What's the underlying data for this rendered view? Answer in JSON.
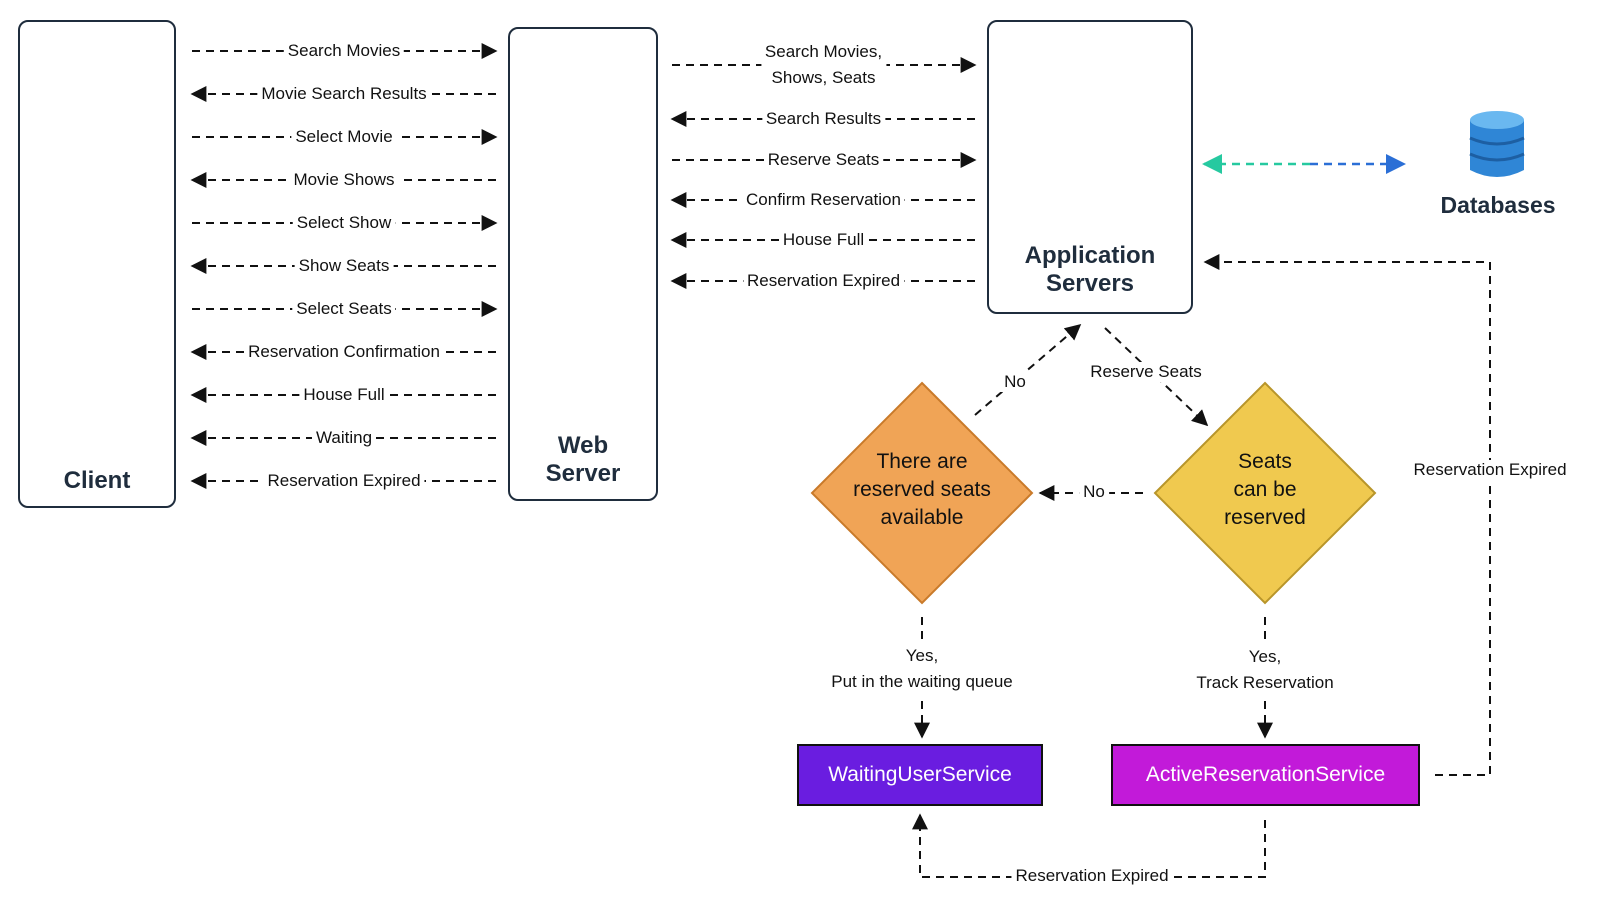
{
  "nodes": {
    "client": "Client",
    "web_server": "Web\nServer",
    "app_servers": "Application\nServers",
    "databases": "Databases",
    "diamond_reserved": "There are\nreserved seats\navailable",
    "diamond_seats": "Seats\ncan be\nreserved",
    "waiting_service": "WaitingUserService",
    "active_service": "ActiveReservationService"
  },
  "client_web_flows": [
    {
      "label": "Search Movies",
      "direction": "right"
    },
    {
      "label": "Movie Search Results",
      "direction": "left"
    },
    {
      "label": "Select Movie",
      "direction": "right"
    },
    {
      "label": "Movie Shows",
      "direction": "left"
    },
    {
      "label": "Select Show",
      "direction": "right"
    },
    {
      "label": "Show Seats",
      "direction": "left"
    },
    {
      "label": "Select Seats",
      "direction": "right"
    },
    {
      "label": "Reservation Confirmation",
      "direction": "left"
    },
    {
      "label": "House Full",
      "direction": "left"
    },
    {
      "label": "Waiting",
      "direction": "left"
    },
    {
      "label": "Reservation Expired",
      "direction": "left"
    }
  ],
  "web_app_flows": [
    {
      "label": "Search Movies,\nShows, Seats",
      "direction": "right"
    },
    {
      "label": "Search Results",
      "direction": "left"
    },
    {
      "label": "Reserve Seats",
      "direction": "right"
    },
    {
      "label": "Confirm Reservation",
      "direction": "left"
    },
    {
      "label": "House Full",
      "direction": "left"
    },
    {
      "label": "Reservation Expired",
      "direction": "left"
    }
  ],
  "decision_labels": {
    "no_to_app": "No",
    "reserve_seats": "Reserve Seats",
    "no_between": "No",
    "yes_waiting": "Yes,\nPut in the waiting queue",
    "yes_track": "Yes,\nTrack Reservation",
    "expired_right": "Reservation Expired",
    "expired_bottom": "Reservation Expired"
  },
  "colors": {
    "box_border": "#1f2d3d",
    "diamond_orange": "#f0a456",
    "diamond_orange_border": "#c97a2a",
    "diamond_yellow": "#f0c94f",
    "diamond_yellow_border": "#b8952a",
    "waiting_service_bg": "#6a1de0",
    "active_service_bg": "#c21ad9",
    "db_arrow_left": "#26c9a0",
    "db_arrow_right": "#2b6fd6",
    "db_icon": "#2f86d6"
  },
  "icons": {
    "client": "person-at-computer-icon",
    "web_server": "globe-server-icon",
    "app_servers": "server-rack-icon",
    "databases": "database-icon"
  }
}
